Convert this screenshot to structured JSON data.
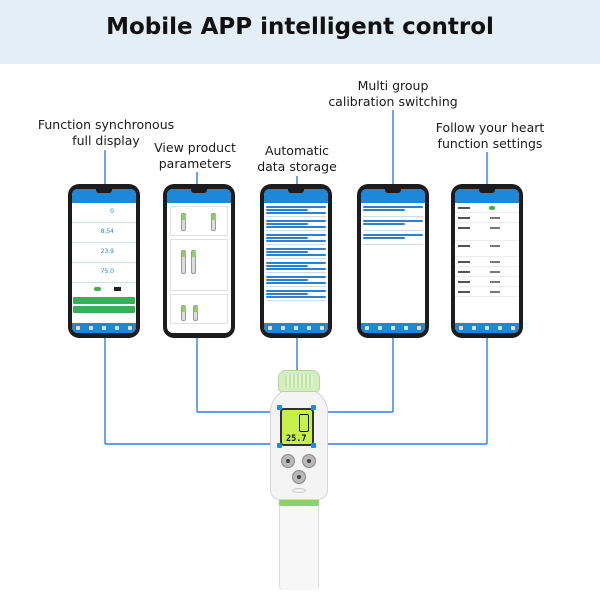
{
  "header": {
    "title": "Mobile APP intelligent control"
  },
  "labels": {
    "function_display": [
      "Function synchronous",
      "full display"
    ],
    "view_parameters": [
      "View product",
      "parameters"
    ],
    "data_storage": [
      "Automatic",
      "data storage"
    ],
    "calibration": [
      "Multi group",
      "calibration switching"
    ],
    "settings": [
      "Follow your heart",
      "function settings"
    ]
  },
  "colors": {
    "header_bg": "#e3eef7",
    "connector_line": "#2f7bf0",
    "app_blue": "#1e88d8",
    "lcd_green": "#c6f04a",
    "accent_green": "#8ed16c"
  },
  "meter": {
    "lcd_reading": "25.7"
  }
}
